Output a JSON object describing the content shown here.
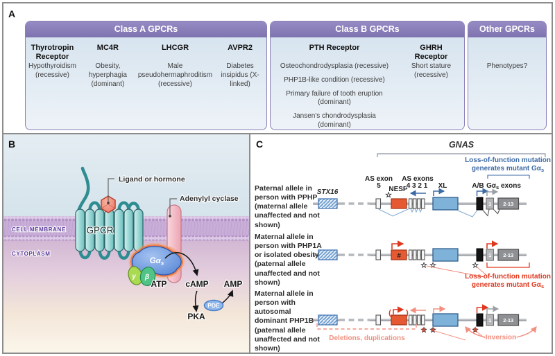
{
  "colors": {
    "header_purple": "#837ab6",
    "table_body_blue": "#dde8f0",
    "membrane_purple": "#c9aed6",
    "gpcr_teal": "#6fc2c1",
    "ligand_salmon": "#ef8573",
    "adenylyl_pink": "#f0b4c0",
    "g_alpha_blue": "#5585d6",
    "glow_orange": "#f07438",
    "nesp_orange": "#e55a33",
    "xl_blue": "#7fb2d8",
    "accent_blue": "#3d6ba5",
    "accent_red": "#e0381f",
    "accent_salmon": "#f29080"
  },
  "symbols": {
    "star": "☆",
    "cross": "×"
  },
  "panel_a": {
    "label": "A",
    "tables": [
      {
        "header": "Class A GPCRs",
        "columns": [
          {
            "receptor": "Thyrotropin Receptor",
            "phenotypes": [
              "Hypothyroidism (recessive)"
            ]
          },
          {
            "receptor": "MC4R",
            "phenotypes": [
              "Obesity, hyperphagia (dominant)"
            ]
          },
          {
            "receptor": "LHCGR",
            "phenotypes": [
              "Male pseudohermaphroditism (recessive)"
            ]
          },
          {
            "receptor": "AVPR2",
            "phenotypes": [
              "Diabetes insipidus (X-linked)"
            ]
          }
        ]
      },
      {
        "header": "Class B GPCRs",
        "columns": [
          {
            "receptor": "PTH Receptor",
            "phenotypes": [
              "Osteochondrodysplasia (recessive)",
              "PHP1B-like condition (recessive)",
              "Primary failure of tooth eruption (dominant)",
              "Jansen's chondrodysplasia (dominant)"
            ]
          },
          {
            "receptor": "GHRH Receptor",
            "phenotypes": [
              "Short stature (recessive)"
            ]
          }
        ]
      },
      {
        "header": "Other GPCRs",
        "columns": [
          {
            "receptor": "",
            "phenotypes": [
              "Phenotypes?"
            ]
          }
        ]
      }
    ]
  },
  "panel_b": {
    "label": "B",
    "labels": {
      "ligand": "Ligand or hormone",
      "adenylyl_cyclase": "Adenylyl cyclase",
      "cell_membrane": "CELL MEMBRANE",
      "cytoplasm": "CYTOPLASM",
      "gpcr": "GPCR",
      "g_alpha": "Gα",
      "g_alpha_sub": "s",
      "gamma": "γ",
      "beta": "β",
      "atp": "ATP",
      "camp": "cAMP",
      "amp": "AMP",
      "pka": "PKA",
      "pde": "PDE"
    }
  },
  "panel_c": {
    "label": "C",
    "gene": "GNAS",
    "stx16": "STX16",
    "top_labels": {
      "as_exon": "AS exon",
      "as_exon_num": "5",
      "nesp": "NESP",
      "as_exons": "AS exons",
      "as_exons_nums": "4 3 2 1",
      "xl": "XL",
      "ab": "A/B",
      "gas": "Gα",
      "gas_sub": "s",
      "gas_rest": " exons"
    },
    "exon1": "1",
    "exons_2_13": "2-13",
    "nesp_hash": "#",
    "paren_open": "(",
    "paren_close": ")",
    "blue_note": {
      "line1": "Loss-of-function mutation",
      "line2a": "generates mutant Gα",
      "line2b": "s"
    },
    "red_note": {
      "line1": "Loss-of-function mutation",
      "line2a": "generates mutant Gα",
      "line2b": "s"
    },
    "deletions": "Deletions, duplications",
    "inversion": "Inversion",
    "rows": [
      {
        "label": "Paternal allele in person with PPHP (maternal allele unaffected and not shown)"
      },
      {
        "label": "Maternal allele in person with PHP1A or isolated obesity (paternal allele unaffected and not shown)"
      },
      {
        "label": "Maternal allele in person with autosomal dominant PHP1B (paternal allele unaffected and not shown)"
      }
    ]
  }
}
